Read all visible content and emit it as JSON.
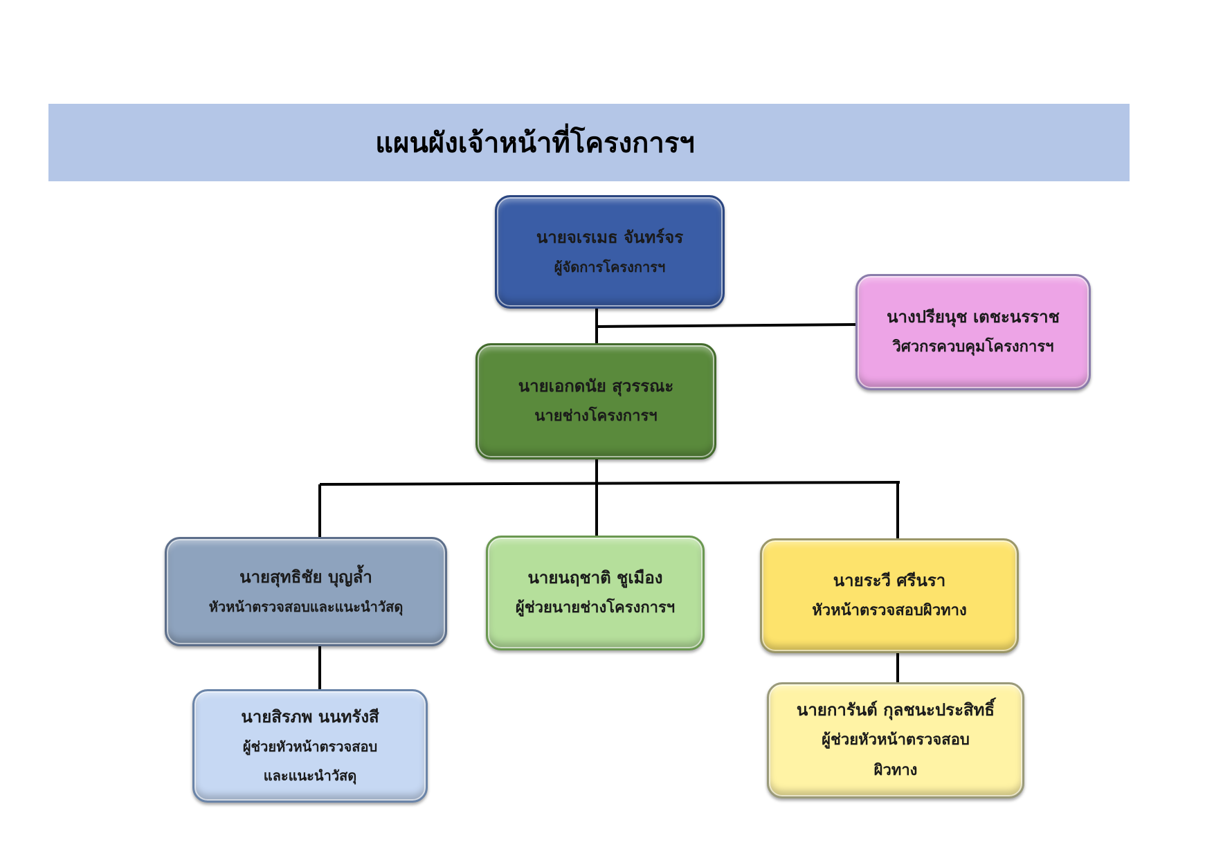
{
  "title": "แผนผังเจ้าหน้าที่โครงการฯ",
  "nodes": {
    "manager": {
      "name": "นายจเรเมธ  จันทร์จร",
      "role": "ผู้จัดการโครงการฯ"
    },
    "control_engineer": {
      "name": "นางปรียนุช เตชะนรราช",
      "role": "วิศวกรควบคุมโครงการฯ"
    },
    "chief_technician": {
      "name": "นายเอกดนัย สุวรรณะ",
      "role": "นายช่างโครงการฯ"
    },
    "materials_head": {
      "name": "นายสุทธิชัย  บุญล้ำ",
      "role": "หัวหน้าตรวจสอบและแนะนำวัสดุ"
    },
    "assistant_technician": {
      "name": "นายนฤชาติ  ชูเมือง",
      "role": "ผู้ช่วยนายช่างโครงการฯ"
    },
    "surface_head": {
      "name": "นายระวี  ศรีนรา",
      "role": "หัวหน้าตรวจสอบผิวทาง"
    },
    "materials_assistant": {
      "name": "นายสิรภพ นนทรังสี",
      "role_line1": "ผู้ช่วยหัวหน้าตรวจสอบ",
      "role_line2": "และแนะนำวัสดุ"
    },
    "surface_assistant": {
      "name": "นายการันต์ กุลชนะประสิทธิ์",
      "role_line1": "ผู้ช่วยหัวหน้าตรวจสอบ",
      "role_line2": "ผิวทาง"
    }
  },
  "colors": {
    "title_bar": "#b4c6e7",
    "manager": "#3a5da6",
    "control_engineer": "#eda4e6",
    "chief_technician": "#5a8a3c",
    "materials_head": "#8ea3be",
    "assistant_technician": "#b5df9b",
    "surface_head": "#fde36c",
    "materials_assistant": "#c6d8f3",
    "surface_assistant": "#fff3a5",
    "connector": "#000000"
  }
}
